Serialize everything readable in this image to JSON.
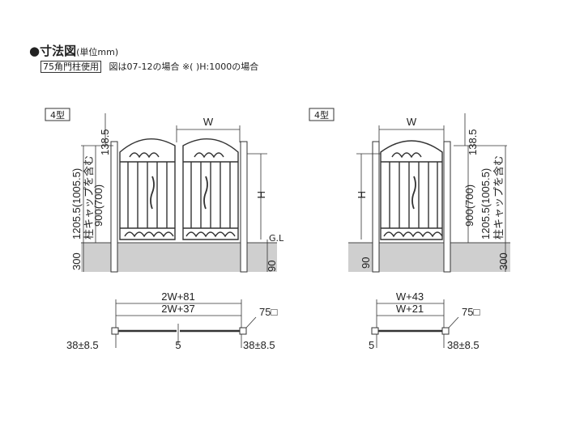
{
  "header": {
    "bullet": "●",
    "title": "寸法図",
    "unit": "(単位mm)",
    "post_tag": "75角門柱使用",
    "note": "図は07-12の場合 ※(  )H:1000の場合"
  },
  "left_diagram": {
    "type_label": "4型",
    "w_label": "W",
    "h_label": "H",
    "top_dim": "138.5",
    "total_dim": "1205.5(1005.5)",
    "cap_note": "柱キャップを含む",
    "inner_dim": "900(700)",
    "embed_dim": "300",
    "clearance_dim": "90",
    "gl_label": "G.L",
    "plan_outer": "2W+81",
    "plan_inner": "2W+37",
    "post_size": "75□",
    "gap_center": "5",
    "offset_left": "38±8.5",
    "offset_right": "38±8.5"
  },
  "right_diagram": {
    "type_label": "4型",
    "w_label": "W",
    "h_label": "H",
    "top_dim": "138.5",
    "total_dim": "1205.5(1005.5)",
    "cap_note": "柱キャップを含む",
    "inner_dim": "900(700)",
    "embed_dim": "300",
    "clearance_dim": "90",
    "plan_outer": "W+43",
    "plan_inner": "W+21",
    "post_size": "75□",
    "gap_left": "5",
    "offset_right": "38±8.5"
  }
}
